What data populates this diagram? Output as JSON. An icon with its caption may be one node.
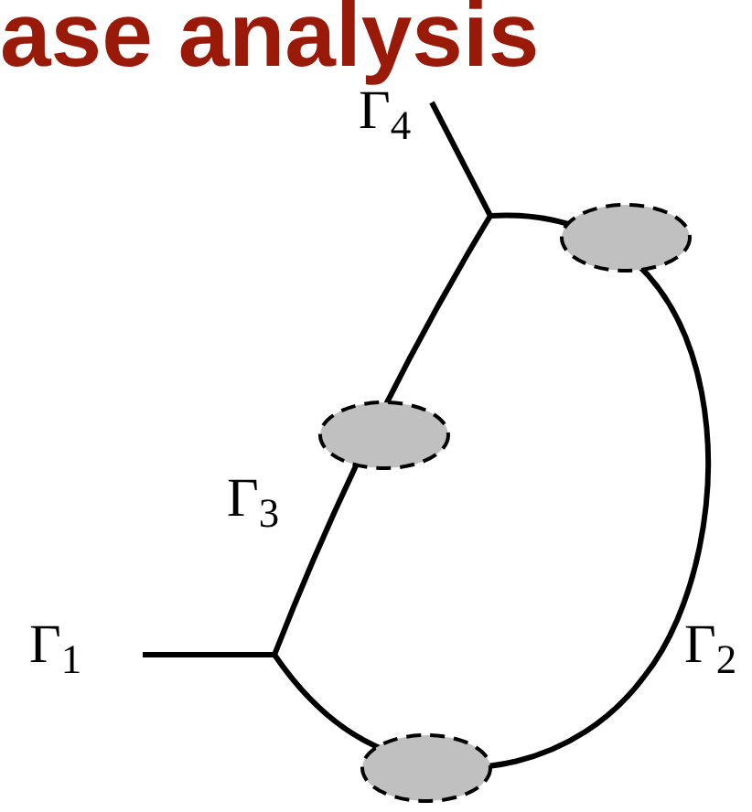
{
  "diagram": {
    "title": "ase analysis",
    "labels": [
      "Γ$_{4}$",
      "Γ$_{3}$",
      "Γ$_{1}$",
      "Γ$_{2}$"
    ]
  }
}
